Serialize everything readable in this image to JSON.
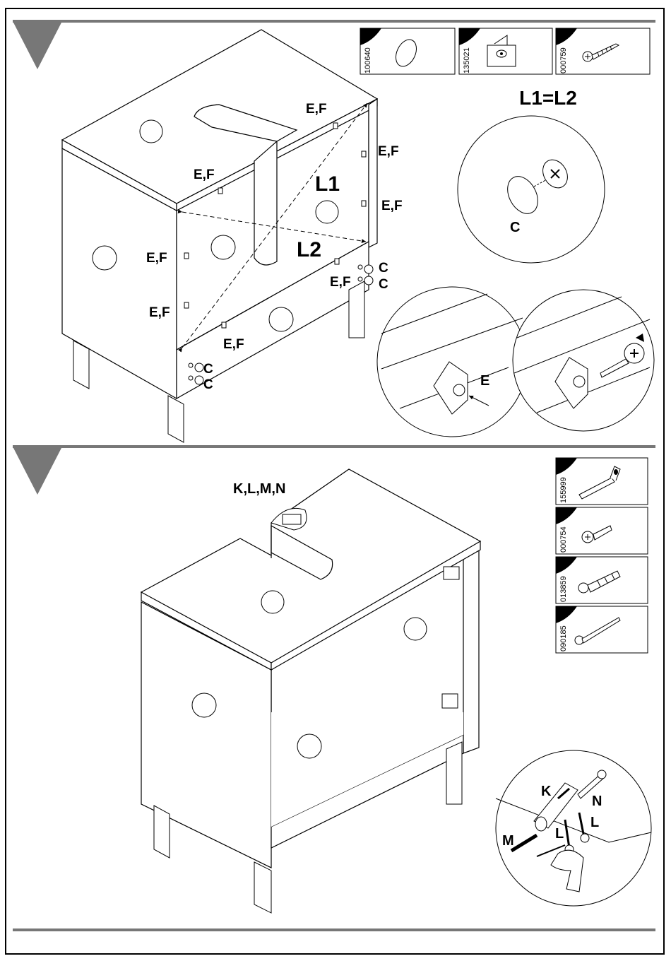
{
  "step1": {
    "parts": [
      {
        "code": "100640",
        "icon": "cap-icon"
      },
      {
        "code": "135021",
        "icon": "corner-bracket-icon"
      },
      {
        "code": "000759",
        "icon": "screw-icon"
      }
    ],
    "equation": "L1=L2",
    "diag1": "L1",
    "diag2": "L2",
    "ef": "E,F",
    "c": "C",
    "e": "E"
  },
  "step2": {
    "title": "K,L,M,N",
    "parts": [
      {
        "code": "155999",
        "icon": "wall-bracket-icon"
      },
      {
        "code": "000754",
        "icon": "short-screw-icon"
      },
      {
        "code": "013859",
        "icon": "wall-plug-icon"
      },
      {
        "code": "090185",
        "icon": "long-screw-icon"
      }
    ],
    "k": "K",
    "l": "L",
    "m": "M",
    "n": "N"
  }
}
